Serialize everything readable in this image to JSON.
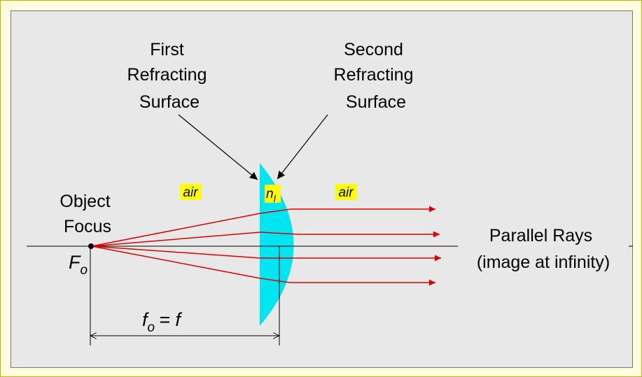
{
  "labels": {
    "first_surface": [
      "First",
      "Refracting",
      "Surface"
    ],
    "second_surface": [
      "Second",
      "Refracting",
      "Surface"
    ],
    "object_focus": [
      "Object",
      "Focus"
    ],
    "parallel_rays": [
      "Parallel Rays",
      "(image at infinity)"
    ],
    "air_left": "air",
    "air_right": "air",
    "lens_index_main": "n",
    "lens_index_sub": "l",
    "focal_point_main": "F",
    "focal_point_sub": "o",
    "focal_length_main": "f",
    "focal_length_sub": "o",
    "focal_length_rest": "= f"
  },
  "colors": {
    "background": "#fffde0",
    "panel": "#e8e8e8",
    "lens": "#00e5f2",
    "ray": "#e00000",
    "highlight": "#ffff00"
  }
}
